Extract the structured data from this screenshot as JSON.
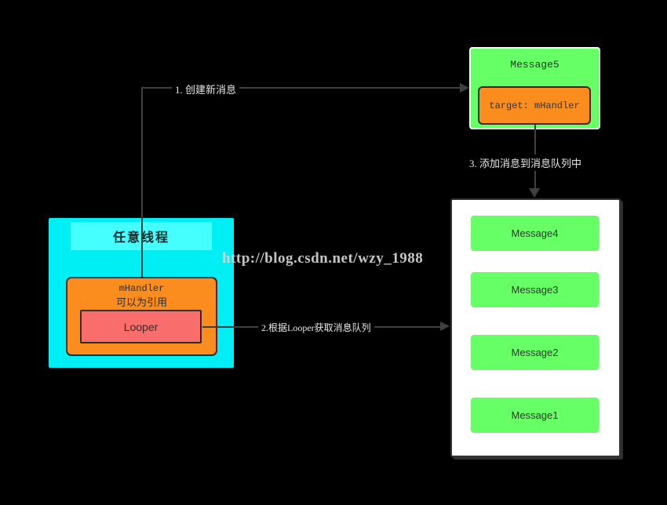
{
  "diagram": {
    "watermark": "http://blog.csdn.net/wzy_1988",
    "message5": {
      "title": "Message5",
      "target_label": "target: mHandler"
    },
    "thread": {
      "title": "任意线程",
      "handler_line1": "mHandler",
      "handler_line2": "可以为引用",
      "looper_label": "Looper"
    },
    "queue": {
      "messages": [
        "Message4",
        "Message3",
        "Message2",
        "Message1"
      ]
    },
    "steps": {
      "step1": "1. 创建新消息",
      "step2": "2.根据Looper获取消息队列",
      "step3": "3. 添加消息到消息队列中"
    },
    "colors": {
      "background": "#000000",
      "message_green": "#66FF66",
      "handler_orange": "#FB8D1E",
      "looper_red": "#FA6D6D",
      "thread_cyan": "#00EFF5",
      "thread_band_cyan": "#45FFFF",
      "queue_white": "#FFFFFF",
      "arrow_gray": "#404040",
      "label_text": "#E8E8E8"
    }
  }
}
